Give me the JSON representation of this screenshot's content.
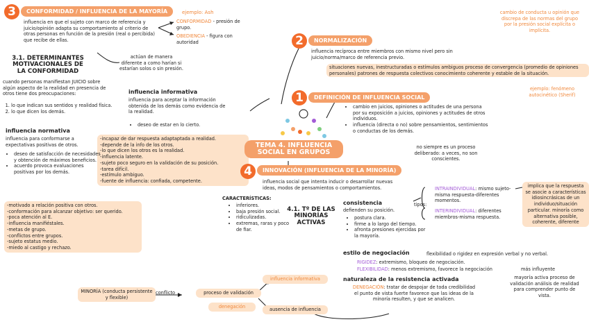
{
  "s3": {
    "num": "3",
    "title": "CONFORMIDAD / INFLUENCIA DE LA MAYORÍA",
    "example": "ejemplo: Ash",
    "intro": "influencia en que el sujeto con marco de referencia y juicio/opinión adapta su comportamiento al criterio de otras personas en función de la presión (real o percibida) que recibe de ellas.",
    "conformidad": "CONFORMIDAD",
    "conformidad_def": "- presión de grupo.",
    "obediencia": "OBEDIENCIA",
    "obediencia_def": "- figura con autoridad",
    "act_note": "actúan de manera diferente a como harían si estarían solos o sin presión."
  },
  "s31": {
    "title": "3.1. DETERMINANTES MOTIVACIONALES DE LA CONFORMIDAD",
    "intro": "cuando personas manifiestan JUICIO sobre algún aspecto de la realidad en presencia de otros tiene dos preocupaciones:",
    "items": [
      "lo que indican sus sentidos y realidad física.",
      "lo que dicen los demás."
    ]
  },
  "informativa": {
    "title": "influencia informativa",
    "text": "influencia para aceptar la información obtenida de los demás como evidencia de la realidad.",
    "bullet": "deseo de estar en lo cierto.",
    "list": [
      "-incapaz de dar respuesta adaptaptada a realidad.",
      "-depende de la info de los otros.",
      "-lo que dicen los otros es la realidad.",
      "-influencia latente.",
      "-sujeto poco seguro en la validación de su posición.",
      "-tarea difícil.",
      "-estímulo ambiguo.",
      "-fuente de influencia: confiada, competente."
    ]
  },
  "normativa": {
    "title": "influencia normativa",
    "text": "influencia para conformarse a expectativas positivas de otros.",
    "bullets": [
      "deseo de satisfacción de necesidades y obtención de máximos beneficios.",
      "acuerdo provoca evaluaciones positivas por los demás."
    ],
    "list": [
      "-motivado a relación positiva con otros.",
      "-conformación para alcanzar objetivo: ser querido.",
      "-poca atención al E.",
      "-influencia manifiéstales.",
      "-metas de grupo.",
      "-conflictos entre grupos.",
      "-sujeto estatus medio.",
      "-miedo al castigo y rechazo."
    ]
  },
  "center": {
    "title": "TEMA 4. INFLUENCIA SOCIAL EN GRUPOS"
  },
  "s2": {
    "num": "2",
    "title": "NORMALIZACIÓN",
    "text": "influencia recíproca entre miembros con mismo nivel pero sin juicio/norma/marco de referencia previo.",
    "situaciones": "situaciones nuevas, inestructuradas o estímulos ambiguos proceso de convergencia (promedio de opiniones personales) patrones de respuesta colectivos conocimiento coherente y estable de la situación.",
    "top_note": "cambio de conducta u opinión que discrepa de las normas del grupo por la presión social explícita o implícita.",
    "example": "ejemplo: fenómeno autocinético (Sherif)"
  },
  "s1": {
    "num": "1",
    "title": "DEFINICIÓN DE INFLUENCIA SOCIAL",
    "bullets": [
      "cambio en juicios, opiniones o actitudes de una persona por su exposición a juicios, opiniones y actitudes de otros individuos.",
      "influencia (directa o no) sobre pensamientos, sentimientos o conductas de los demás."
    ],
    "note": "no siempre es un proceso deliberado: a veces, no son conscientes."
  },
  "s4": {
    "num": "4",
    "title": "INNOVACIÓN (INFLUENCIA DE LA MINORÍA)",
    "text": "influencia social que intenta inducir o desarrollar nuevas ideas, modos de pensamientos o comportamientos.",
    "caract_title": "CARACTERÍSTICAS:",
    "caract": [
      "inferiores.",
      "baja presión social.",
      "ridiculizadas.",
      "extremas, raras y poco de fiar."
    ]
  },
  "s41": {
    "title": "4.1. Tº DE LAS MINORÍAS ACTIVAS",
    "consistencia": "consistencia",
    "consistencia_def": "defienden su posición.",
    "cons_bullets": [
      "postura clara.",
      "firme a lo largo del tiempo.",
      "afronta presiones ejercidas por la mayoría."
    ],
    "tipos": "tipos:",
    "intra": "INTRAINDIVIDUAL",
    "intra_def": ": mismo sujeto-misma respuesta-diferentes momentos.",
    "inter": "INTERINDIVIDUAL",
    "inter_def": ": diferentes miembros-misma respuesta.",
    "right_note": "implica que la respuesta se asocie a características idiosincrásicas de un individuo/situación particular. minoría como alternativa posible, coherente, diferente",
    "estilo": "estilo de negociación",
    "estilo_def": "flexibilidad o rigidez en expresión verbal y no verbal.",
    "rigidez": "RIGIDEZ",
    "rigidez_def": ": extremismo, bloqueo de negociación.",
    "flex": "FLEXIBILIDAD",
    "flex_def": ": menos extremismo, favorece la negociación",
    "mas": "más influyente",
    "naturaleza": "naturaleza de la resistencia activada",
    "denegacion": "DENEGACIÓN",
    "denegacion_def": ": tratar de despojar de toda credibilidad el punto de vista fuerte favorece que las ideas de la minoría resulten, y que se analicen.",
    "mayoria_note": "mayoría activa proceso de validación análisis de realidad para comprender punto de vista."
  },
  "flow": {
    "minoria": "MINORÍA (conducta persistente y flexible)",
    "conflicto": "conflicto",
    "proceso": "proceso de validación",
    "denegacion": "denegación",
    "inf_info": "influencia informativa",
    "ausencia": "ausencia de influencia"
  }
}
